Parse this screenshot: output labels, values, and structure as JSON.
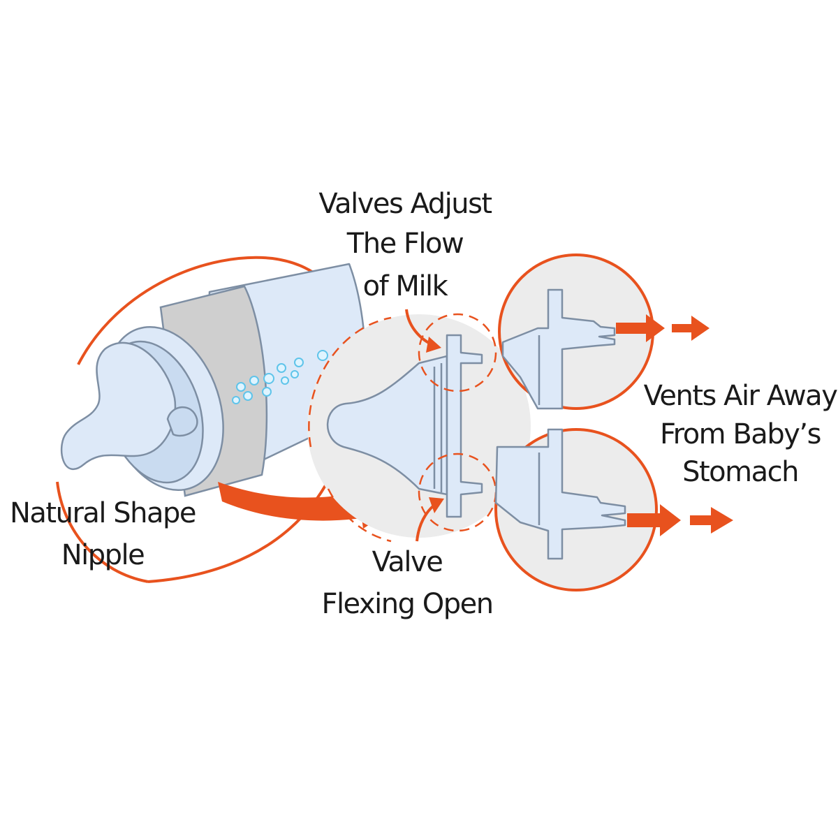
{
  "colors": {
    "accent": "#e8521e",
    "part_fill": "#dde9f8",
    "part_stroke": "#7d8ea3",
    "background_disc": "#ececec",
    "bubble": "#5fc4ea"
  },
  "labels": {
    "valves_adjust": [
      "Valves Adjust",
      "The Flow",
      "of Milk"
    ],
    "natural_shape": [
      "Natural Shape",
      "Nipple"
    ],
    "valve_flexing": [
      "Valve",
      "Flexing Open"
    ],
    "vents_air": [
      "Vents Air Away",
      "From Baby’s",
      "Stomach"
    ]
  },
  "icons": {
    "flow_arrow": "curved-arrow-icon",
    "vent_arrows": "arrow-right-icon"
  }
}
